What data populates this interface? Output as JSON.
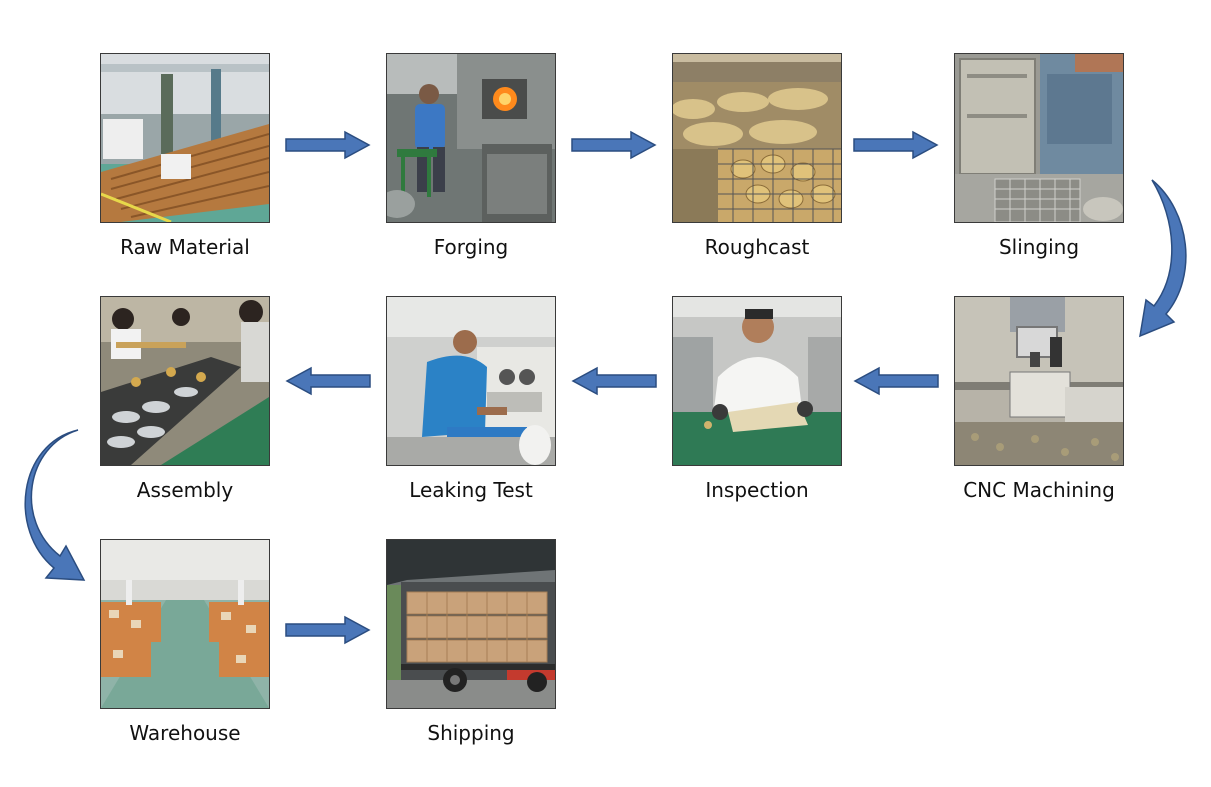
{
  "flow": {
    "steps": [
      {
        "label": "Raw Material",
        "photo": "raw-material-photo"
      },
      {
        "label": "Forging",
        "photo": "forging-photo"
      },
      {
        "label": "Roughcast",
        "photo": "roughcast-photo"
      },
      {
        "label": "Slinging",
        "photo": "slinging-photo"
      },
      {
        "label": "CNC Machining",
        "photo": "cnc-machining-photo"
      },
      {
        "label": "Inspection",
        "photo": "inspection-photo"
      },
      {
        "label": "Leaking Test",
        "photo": "leaking-test-photo"
      },
      {
        "label": "Assembly",
        "photo": "assembly-photo"
      },
      {
        "label": "Warehouse",
        "photo": "warehouse-photo"
      },
      {
        "label": "Shipping",
        "photo": "shipping-photo"
      }
    ],
    "colors": {
      "arrow_fill": "#4a76b8",
      "arrow_stroke": "#2b4d80"
    }
  }
}
